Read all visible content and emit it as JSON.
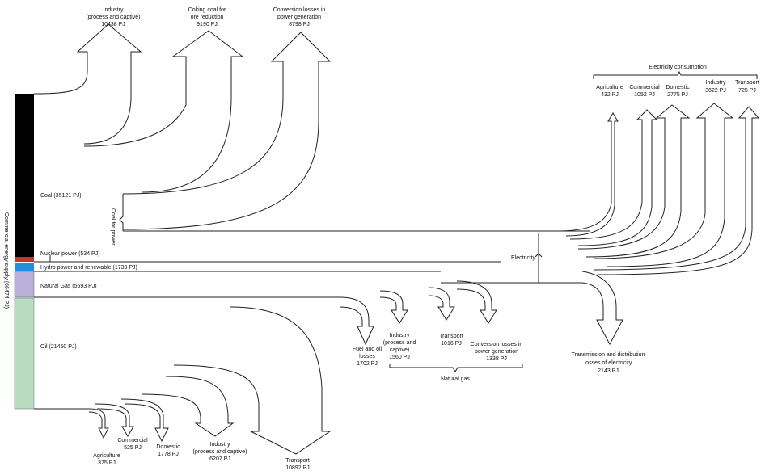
{
  "supply": {
    "axis_label": "Commercial energy supply (66474 PJ)",
    "coal": "Coal (35121 PJ)",
    "nuclear": "Nuclear power (534 PJ)",
    "hydro": "Hydro power and renewable (1739 PJ)",
    "gas": "Natural Gas (5693 PJ)",
    "oil": "Oil (21450 PJ)"
  },
  "colors": {
    "coal": "#000000",
    "nuclear": "#c0392b",
    "hydro": "#1e90e0",
    "gas": "#b8b0d8",
    "oil": "#b9dcc0"
  },
  "coal_outputs": {
    "industry": {
      "name": "Industry",
      "sub": "(process and captive)",
      "value": "10438 PJ"
    },
    "coking": {
      "name": "Coking coal for",
      "sub": "ore reduction",
      "value": "9190 PJ"
    },
    "conversion": {
      "name": "Conversion losses in",
      "sub": "power generation",
      "value": "8798 PJ"
    },
    "coal_for_power": "Coal for power"
  },
  "electricity": {
    "label": "Electricity",
    "consumption_title": "Electricity consumption",
    "agriculture": {
      "name": "Agriculture",
      "value": "432 PJ"
    },
    "commercial": {
      "name": "Commercial",
      "value": "1052 PJ"
    },
    "domestic": {
      "name": "Domestic",
      "value": "2775 PJ"
    },
    "industry": {
      "name": "Industry",
      "value": "3622 PJ"
    },
    "transport": {
      "name": "Transport",
      "value": "725 PJ"
    },
    "td_losses": {
      "line1": "Transmission and distribution",
      "line2": "losses of electricity",
      "value": "2143 PJ"
    }
  },
  "gas_outputs": {
    "fuel_losses": {
      "line1": "Fuel and oil",
      "line2": "losses",
      "value": "1702 PJ"
    },
    "industry": {
      "line1": "Industry",
      "line2": "(process and",
      "line3": "captive)",
      "value": "1560 PJ"
    },
    "transport": {
      "name": "Transport",
      "value": "1016 PJ"
    },
    "conversion": {
      "line1": "Conversion losses in",
      "line2": "power generation",
      "value": "1338 PJ"
    },
    "group_label": "Natural gas"
  },
  "oil_outputs": {
    "agriculture": {
      "name": "Agriculture",
      "value": "375 PJ"
    },
    "commercial": {
      "name": "Commercial",
      "value": "525 PJ"
    },
    "domestic": {
      "name": "Domestic",
      "value": "1778 PJ"
    },
    "industry": {
      "name": "Industry",
      "sub": "(process and captive)",
      "value": "6207 PJ"
    },
    "transport": {
      "name": "Transport",
      "value": "10892 PJ"
    }
  }
}
